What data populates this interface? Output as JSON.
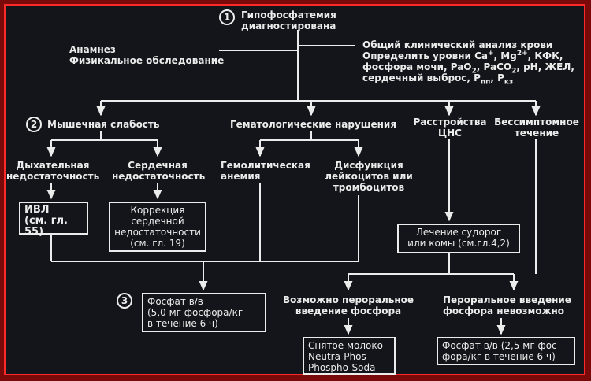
{
  "step1": {
    "number": "1",
    "title_line1": "Гипофосфатемия",
    "title_line2": "диагностирована"
  },
  "left_input": {
    "line1": "Анамнез",
    "line2": "Физикальное обследование"
  },
  "right_input": {
    "line1": "Общий клинический анализ крови",
    "line2_prefix": "Определить уровни Ca",
    "line2_sup1": "+",
    "line2_mid": ", Mg",
    "line2_sup2": "2+",
    "line2_suffix": ", КФК,",
    "line3_prefix": "фосфора мочи, PaO",
    "line3_sub1": "2",
    "line3_mid": ", PaCO",
    "line3_sub2": "2",
    "line3_suffix": ", pH, ЖЕЛ,",
    "line4_prefix": "сердечный выброс, P",
    "line4_sub1": "пп",
    "line4_mid": ", P",
    "line4_sub2": "кз"
  },
  "branches": {
    "muscle": {
      "number": "2",
      "label": "Мышечная слабость"
    },
    "hematologic": {
      "label": "Гематологические нарушения"
    },
    "cns": {
      "line1": "Расстройства",
      "line2": "ЦНС"
    },
    "asymptomatic": {
      "line1": "Бессимптомное",
      "line2": "течение"
    }
  },
  "sub_branches": {
    "respiratory": {
      "line1": "Дыхательная",
      "line2": "недостаточность"
    },
    "cardiac": {
      "line1": "Сердечная",
      "line2": "недостаточность"
    },
    "hemolytic": {
      "line1": "Гемолитическая",
      "line2": "анемия"
    },
    "dysfunction": {
      "line1": "Дисфункция",
      "line2": "лейкоцитов или",
      "line3": "тромбоцитов"
    }
  },
  "boxes": {
    "ventilation": {
      "line1": "ИВЛ",
      "line2": "(см. гл. 55)"
    },
    "cardiac_correction": {
      "line1": "Коррекция",
      "line2": "сердечной",
      "line3": "недостаточности",
      "line4": "(см. гл. 19)"
    },
    "seizure_treatment": {
      "line1": "Лечение судорог",
      "line2": "или комы (см.гл.4,2)"
    },
    "iv_phosphate": {
      "line1": "Фосфат в/в",
      "line2": "(5,0 мг фосфора/кг",
      "line3": "в течение 6 ч)"
    },
    "oral_products": {
      "line1": "Снятое молоко",
      "line2": "Neutra-Phos",
      "line3": "Phospho-Soda"
    },
    "iv_phosphate_low": {
      "line1": "Фосфат в/в (2,5 мг фос-",
      "line2": "фора/кг в течение 6 ч)"
    }
  },
  "step3": {
    "number": "3",
    "oral_possible_line1": "Возможно пероральное",
    "oral_possible_line2": "введение фосфора",
    "oral_impossible_line1": "Пероральное введение",
    "oral_impossible_line2": "фосфора невозможно"
  },
  "colors": {
    "background": "#14151a",
    "frame": "#ff2a2a",
    "outer": "#7a0a0a",
    "ink": "#ececec"
  }
}
